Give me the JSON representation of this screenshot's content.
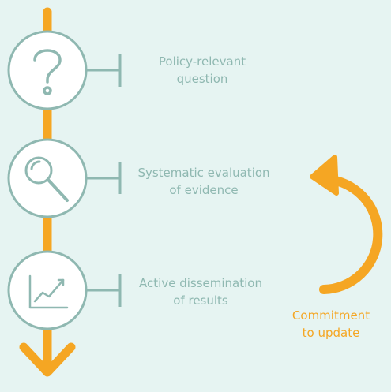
{
  "colors": {
    "background": "#e6f4f2",
    "flow_line": "#f5a623",
    "circle_stroke": "#8fb8b1",
    "circle_fill": "#ffffff",
    "label_text": "#8fb8b1",
    "loop_arrow": "#f5a623"
  },
  "steps": [
    {
      "icon": "question-mark-icon",
      "label_line1": "Policy-relevant",
      "label_line2": "question"
    },
    {
      "icon": "magnifying-glass-icon",
      "label_line1": "Systematic evaluation",
      "label_line2": "of evidence"
    },
    {
      "icon": "line-chart-icon",
      "label_line1": "Active dissemination",
      "label_line2": "of results"
    }
  ],
  "loop": {
    "label_line1": "Commitment",
    "label_line2": "to update"
  }
}
